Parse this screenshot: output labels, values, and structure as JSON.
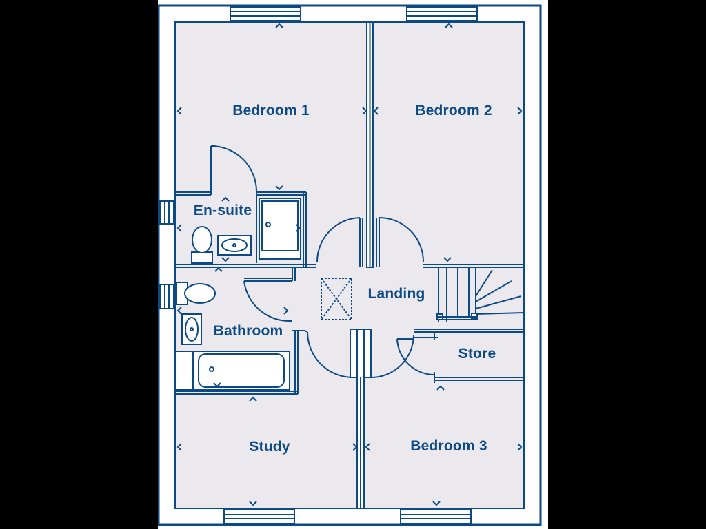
{
  "rooms": {
    "bedroom1": "Bedroom 1",
    "bedroom2": "Bedroom 2",
    "ensuite": "En-suite",
    "landing": "Landing",
    "bathroom": "Bathroom",
    "store": "Store",
    "study": "Study",
    "bedroom3": "Bedroom 3"
  },
  "colors": {
    "wall": "#0c4a85",
    "floor": "#ebe9ee",
    "background": "#000000",
    "paper": "#ffffff"
  }
}
